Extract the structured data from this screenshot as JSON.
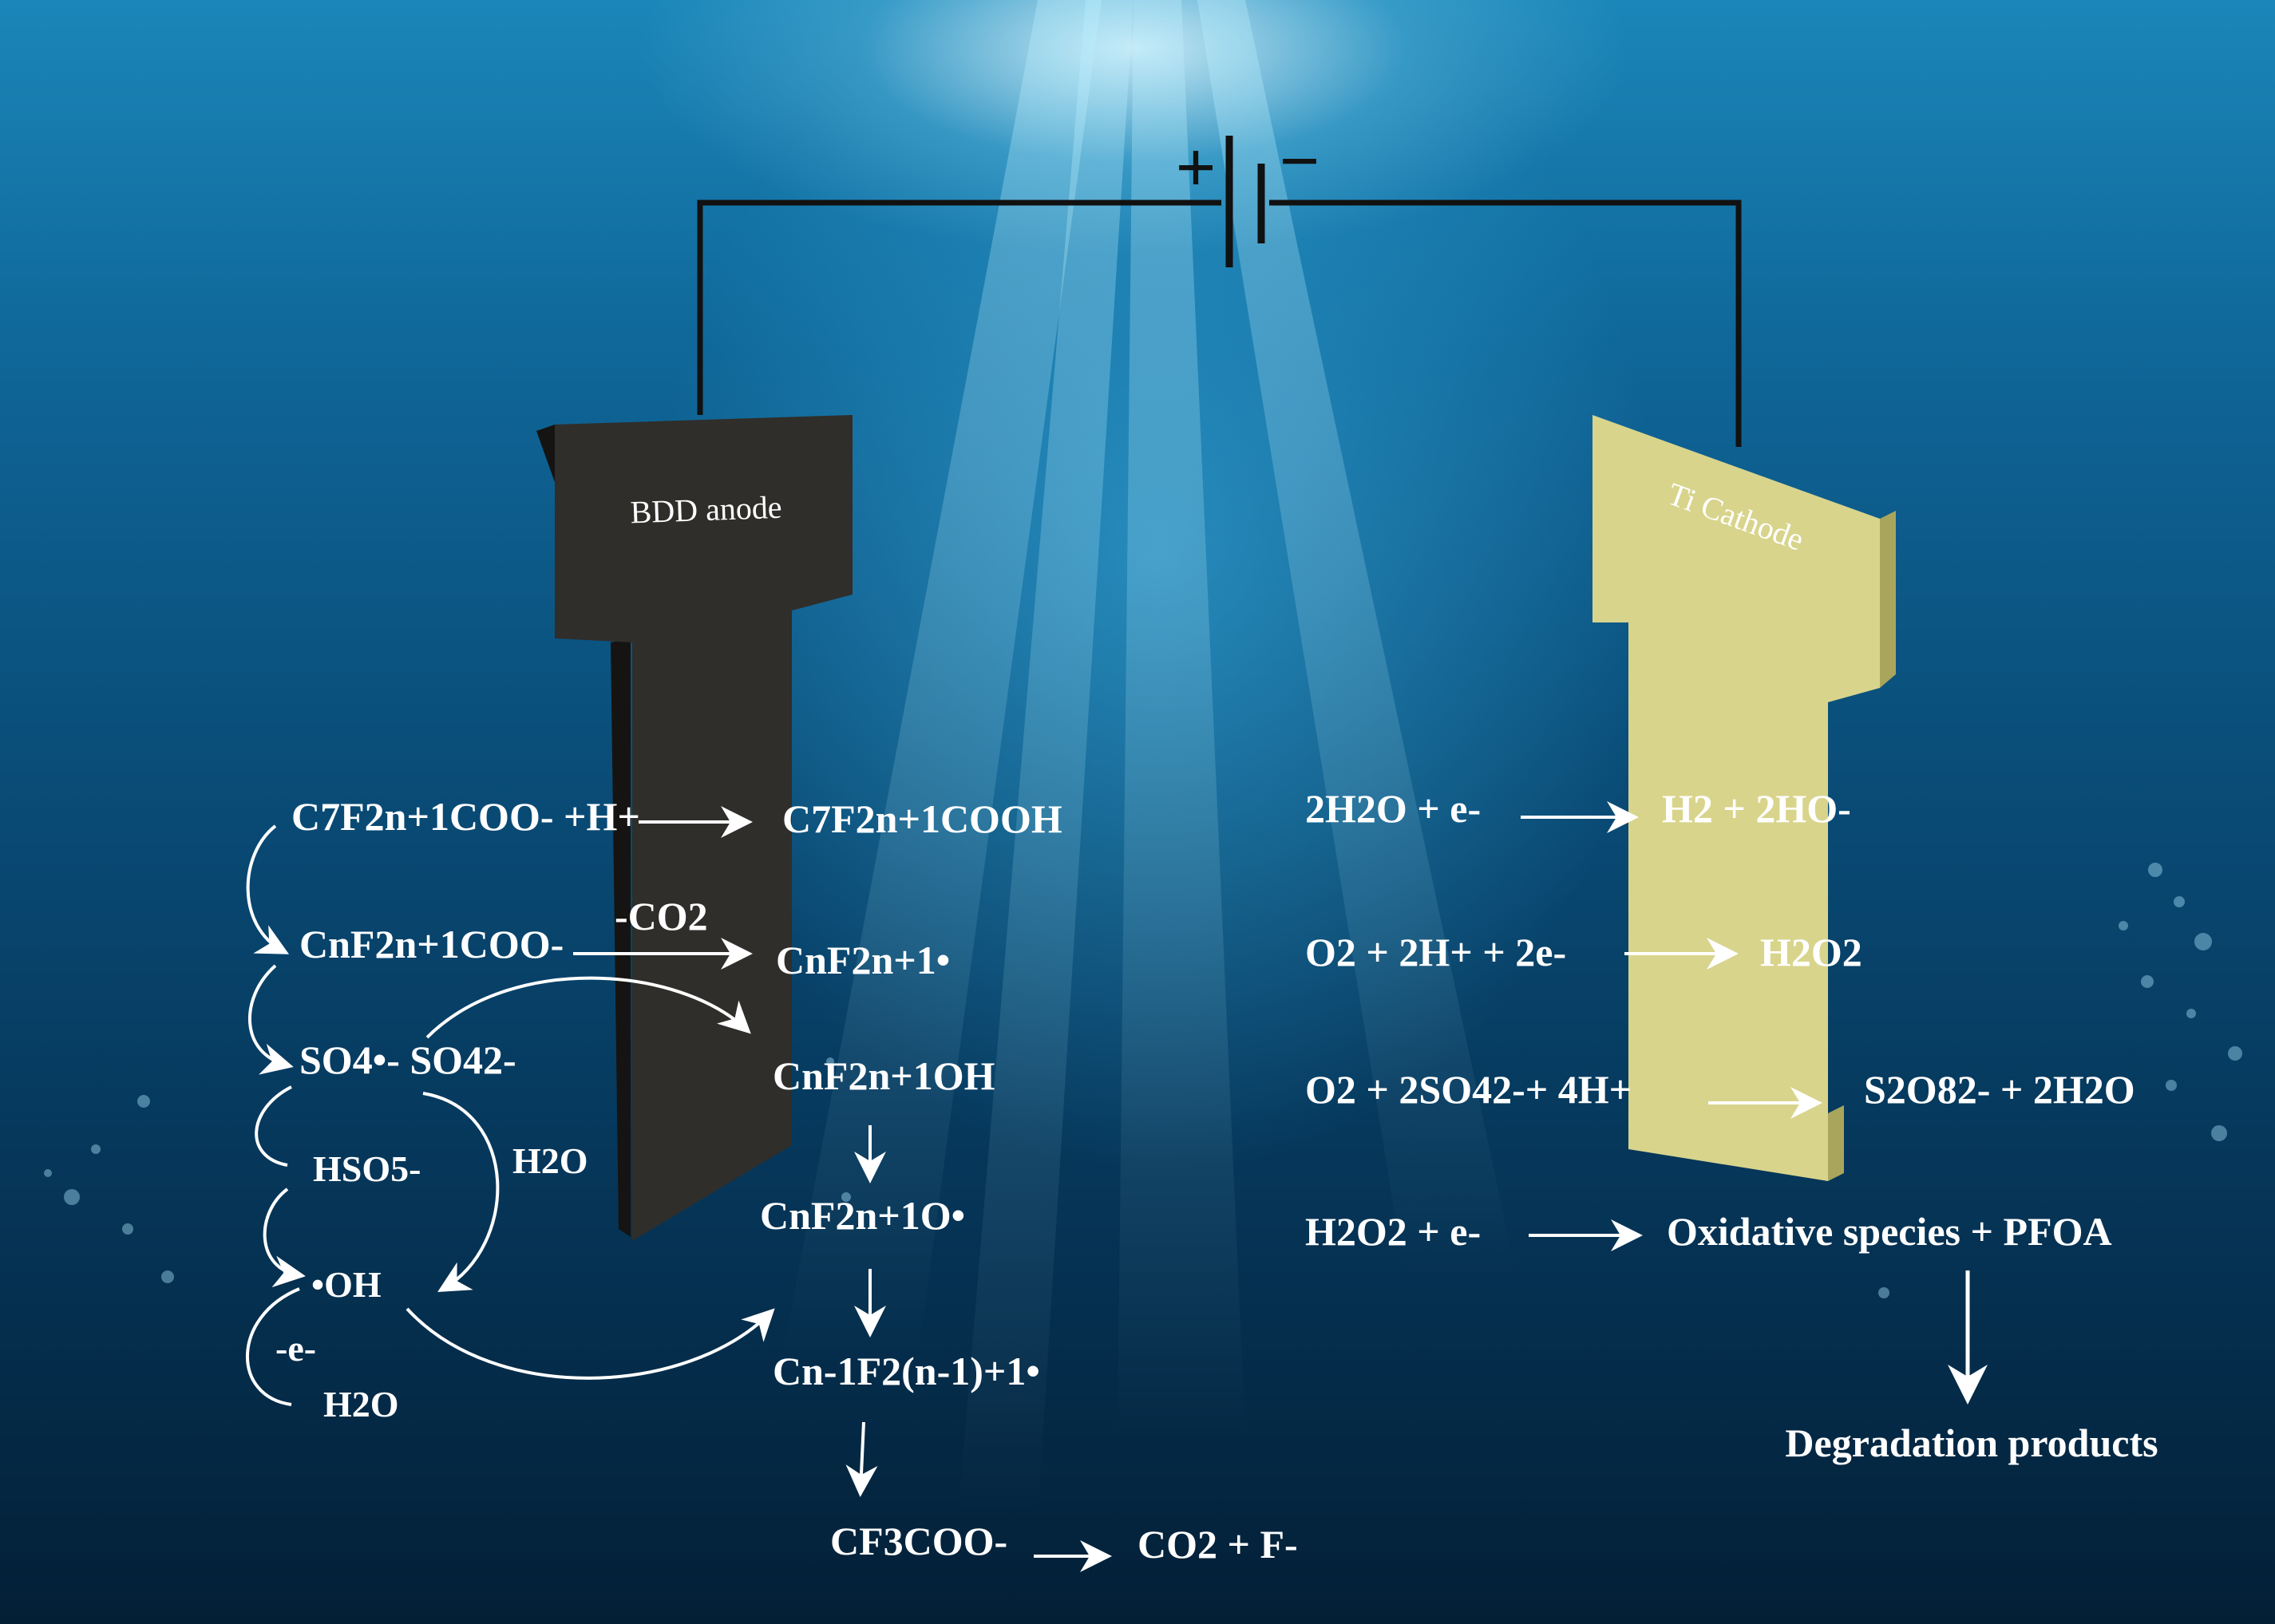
{
  "circuit": {
    "battery_positive": "+",
    "battery_negative": "−"
  },
  "electrodes": {
    "anode_label": "BDD anode",
    "cathode_label": "Ti Cathode",
    "anode_color": "#2f2e2b",
    "cathode_color": "#d8d48c"
  },
  "anode_reactions": {
    "r1_left": "C7F2n+1COO- +H+",
    "r1_right": "C7F2n+1COOH",
    "r2_left": "CnF2n+1COO-",
    "r2_over_arrow": "-CO2",
    "r2_right": "CnF2n+1•",
    "r3_left": "SO4•- SO42-",
    "r3_right": "CnF2n+1OH",
    "hso5": "HSO5-",
    "h2o_side": "H2O",
    "oh_radical": "•OH",
    "minus_e": "-e-",
    "h2o_bottom": "H2O",
    "alkoxy": "CnF2n+1O•",
    "shorter_radical": "Cn-1F2(n-1)+1•",
    "tfa_left": "CF3COO-",
    "tfa_right": "CO2 + F-"
  },
  "cathode_reactions": {
    "c1_left": "2H2O + e-",
    "c1_right": "H2 + 2HO-",
    "c2_left": "O2 + 2H+ + 2e-",
    "c2_right": "H2O2",
    "c3_left": "O2 + 2SO42-+ 4H+",
    "c3_right": "S2O82- + 2H2O",
    "c4_left": "H2O2 + e-",
    "c4_right": "Oxidative species + PFOA",
    "products": "Degradation products"
  }
}
